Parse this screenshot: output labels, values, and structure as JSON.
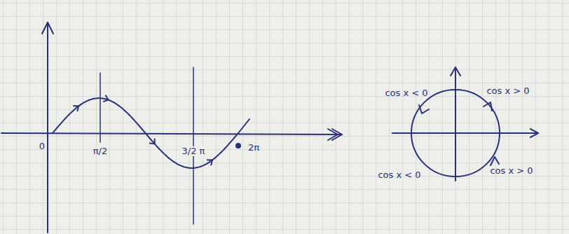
{
  "diagram": {
    "labels": [
      "0",
      "π/2",
      "3/2 π",
      "2π",
      "cos x < 0",
      "cos x > 0",
      "cos x < 0",
      "cos x > 0"
    ]
  }
}
